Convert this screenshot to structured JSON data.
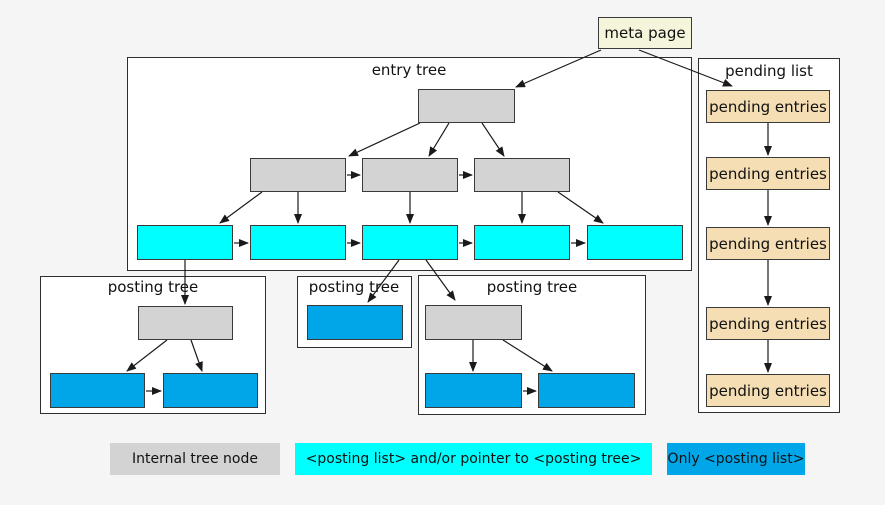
{
  "colors": {
    "background": "#f5f5f5",
    "container_fill": "#ffffff",
    "gray_node": "#d3d3d3",
    "cyan_node": "#00ffff",
    "blue_node": "#00a6e8",
    "meta_fill": "#f5f5dc",
    "pending_fill": "#f5deb3",
    "edge": "#1a1a1a"
  },
  "meta_page": {
    "label": "meta page"
  },
  "entry_tree": {
    "title": "entry tree"
  },
  "pending_list": {
    "title": "pending list",
    "entries": [
      "pending entries",
      "pending entries",
      "pending entries",
      "pending entries",
      "pending entries"
    ]
  },
  "posting_trees": [
    {
      "title": "posting tree"
    },
    {
      "title": "posting tree"
    },
    {
      "title": "posting tree"
    }
  ],
  "legend": [
    {
      "label": "Internal tree node",
      "color": "#d3d3d3"
    },
    {
      "label": "<posting list> and/or pointer to <posting tree>",
      "color": "#00ffff"
    },
    {
      "label": "Only <posting list>",
      "color": "#00a6e8"
    }
  ]
}
